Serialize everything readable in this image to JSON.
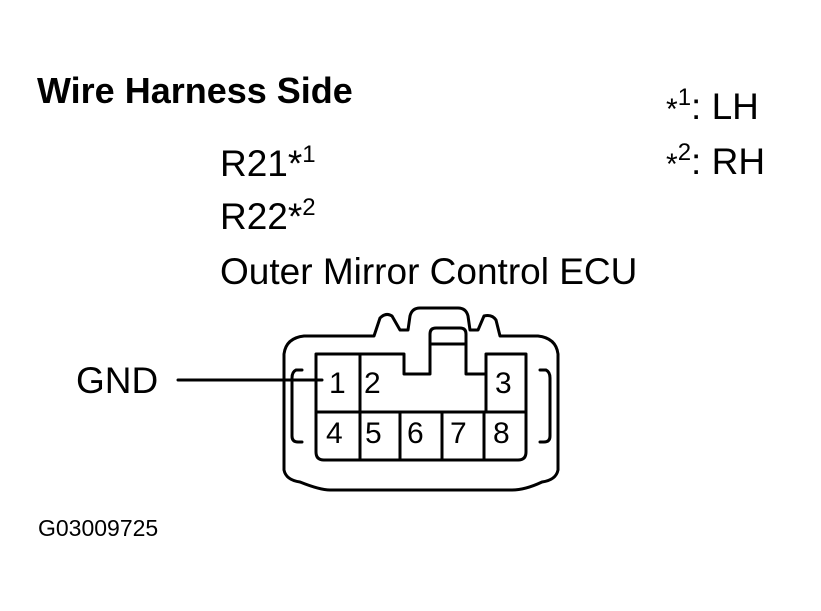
{
  "header": {
    "title": "Wire Harness Side"
  },
  "notes": [
    {
      "star": "*",
      "number": "1",
      "text": ": LH"
    },
    {
      "star": "*",
      "number": "2",
      "text": ": RH"
    }
  ],
  "connectors": [
    {
      "code": "R21",
      "mark": "*",
      "note": "1"
    },
    {
      "code": "R22",
      "mark": "*",
      "note": "2"
    }
  ],
  "component": "Outer Mirror Control ECU",
  "terminal_label": "GND",
  "pins": {
    "p1": "1",
    "p2": "2",
    "p3": "3",
    "p4": "4",
    "p5": "5",
    "p6": "6",
    "p7": "7",
    "p8": "8"
  },
  "figure_code": "G03009725"
}
